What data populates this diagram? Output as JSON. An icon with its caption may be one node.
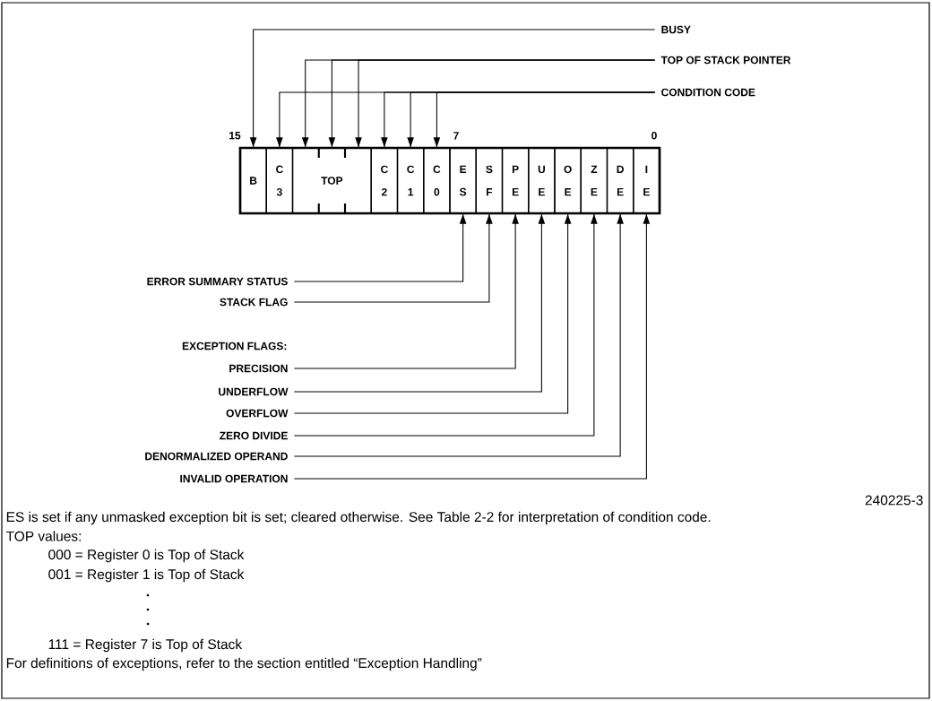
{
  "diagram": {
    "nodes": [
      {
        "text": [
          "BUSY"
        ]
      },
      {
        "text": [
          "TOP OF STACK POINTER"
        ]
      },
      {
        "text": [
          "CONDITION CODE"
        ]
      },
      {
        "text": [
          "B"
        ]
      },
      {
        "text": [
          "C 3"
        ]
      },
      {
        "text": [
          "TOP"
        ]
      },
      {
        "text": [
          "C 2"
        ]
      },
      {
        "text": [
          "C 1"
        ]
      },
      {
        "text": [
          "C 0"
        ]
      },
      {
        "text": [
          "E S"
        ]
      },
      {
        "text": [
          "S F"
        ]
      },
      {
        "text": [
          "P E"
        ]
      },
      {
        "text": [
          "U E"
        ]
      },
      {
        "text": [
          "O E"
        ]
      },
      {
        "text": [
          "Z E"
        ]
      },
      {
        "text": [
          "D E"
        ]
      },
      {
        "text": [
          "I E"
        ]
      },
      {
        "text": [
          "ERROR SUMMARY STATUS"
        ]
      },
      {
        "text": [
          "STACK FLAG"
        ]
      },
      {
        "text": [
          "PRECISION"
        ]
      },
      {
        "text": [
          "UNDERFLOW"
        ]
      },
      {
        "text": [
          "OVERFLOW"
        ]
      },
      {
        "text": [
          "ZERO DIVIDE"
        ]
      },
      {
        "text": [
          "DENORMALIZED OPERAND"
        ]
      },
      {
        "text": [
          "INVALID OPERATION"
        ]
      }
    ],
    "edges": [
      {
        "from": 0,
        "to": 3,
        "arrow": "to"
      },
      {
        "from": 1,
        "to": 5,
        "arrow": "to"
      },
      {
        "from": 1,
        "to": 5,
        "arrow": "to"
      },
      {
        "from": 1,
        "to": 5,
        "arrow": "to"
      },
      {
        "from": 2,
        "to": 4,
        "arrow": "to"
      },
      {
        "from": 2,
        "to": 6,
        "arrow": "to"
      },
      {
        "from": 2,
        "to": 7,
        "arrow": "to"
      },
      {
        "from": 2,
        "to": 8,
        "arrow": "to"
      },
      {
        "from": 17,
        "to": 9,
        "arrow": "to"
      },
      {
        "from": 18,
        "to": 10,
        "arrow": "to"
      },
      {
        "from": 19,
        "to": 11,
        "arrow": "to"
      },
      {
        "from": 20,
        "to": 12,
        "arrow": "to"
      },
      {
        "from": 21,
        "to": 13,
        "arrow": "to"
      },
      {
        "from": 22,
        "to": 14,
        "arrow": "to"
      },
      {
        "from": 23,
        "to": 15,
        "arrow": "to"
      },
      {
        "from": 24,
        "to": 16,
        "arrow": "to"
      }
    ],
    "labels": [
      "15",
      "7",
      "0",
      "EXCEPTION FLAGS:",
      "240225-3",
      "ES is set if any unmasked exception bit is set; cleared otherwise. See Table 2-2 for interpretation of condition code.",
      "TOP values:",
      "000 = Register 0 is Top of Stack",
      "001 = Register 1 is Top of Stack",
      "111 = Register 7 is Top of Stack",
      "For definitions of exceptions, refer to the section entitled “Exception Handling”"
    ]
  }
}
